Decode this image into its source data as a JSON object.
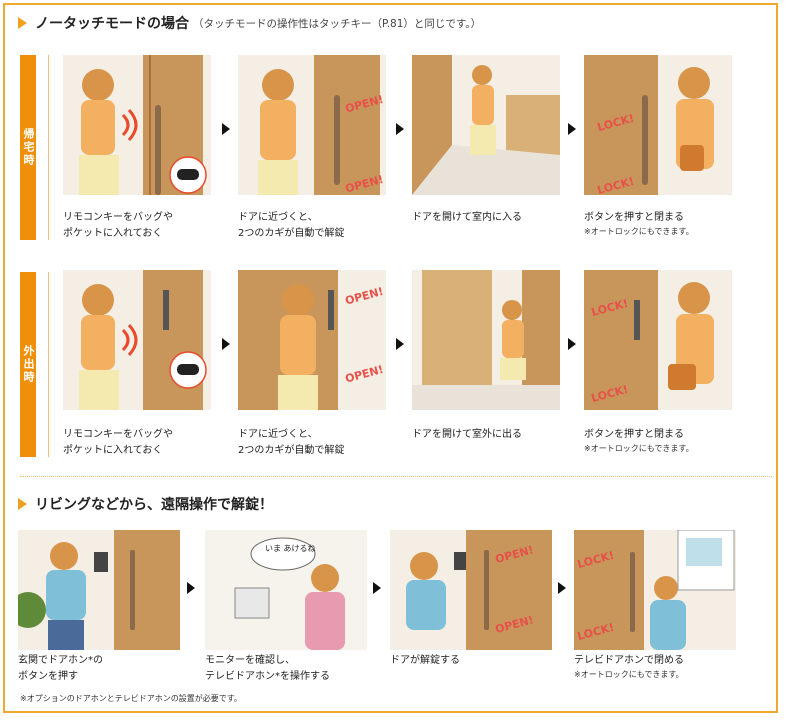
{
  "section1": {
    "title": "ノータッチモードの場合",
    "subtitle": "（タッチモードの操作性はタッチキー（P.81）と同じです。）"
  },
  "rows": [
    {
      "tag": "帰宅時",
      "steps": [
        {
          "line1": "リモコンキーをバッグや",
          "line2": "ポケットに入れておく",
          "note": ""
        },
        {
          "line1": "ドアに近づくと、",
          "line2": "2つのカギが自動で解錠",
          "note": ""
        },
        {
          "line1": "ドアを開けて室内に入る",
          "line2": "",
          "note": ""
        },
        {
          "line1": "ボタンを押すと閉まる",
          "line2": "",
          "note": "※オートロックにもできます。"
        }
      ]
    },
    {
      "tag": "外出時",
      "steps": [
        {
          "line1": "リモコンキーをバッグや",
          "line2": "ポケットに入れておく",
          "note": ""
        },
        {
          "line1": "ドアに近づくと、",
          "line2": "2つのカギが自動で解錠",
          "note": ""
        },
        {
          "line1": "ドアを開けて室外に出る",
          "line2": "",
          "note": ""
        },
        {
          "line1": "ボタンを押すと閉まる",
          "line2": "",
          "note": "※オートロックにもできます。"
        }
      ]
    }
  ],
  "section2": {
    "title": "リビングなどから、遠隔操作で解錠！",
    "steps": [
      {
        "line1": "玄関でドアホン*の",
        "line2": "ボタンを押す",
        "note": ""
      },
      {
        "line1": "モニターを確認し、",
        "line2": "テレビドアホン*を操作する",
        "note": ""
      },
      {
        "line1": "ドアが解錠する",
        "line2": "",
        "note": ""
      },
      {
        "line1": "テレビドアホンで閉める",
        "line2": "",
        "note": "※オートロックにもできます。"
      }
    ],
    "bubble": "いま あけるね",
    "footnote": "※オプションのドアホンとテレビドアホンの設置が必要です。"
  },
  "labels": {
    "open": "OPEN!",
    "lock": "LOCK!"
  },
  "colors": {
    "accent": "#f0900a",
    "border": "#f0a830",
    "door": "#c8955a",
    "label_red": "#e8504a"
  }
}
